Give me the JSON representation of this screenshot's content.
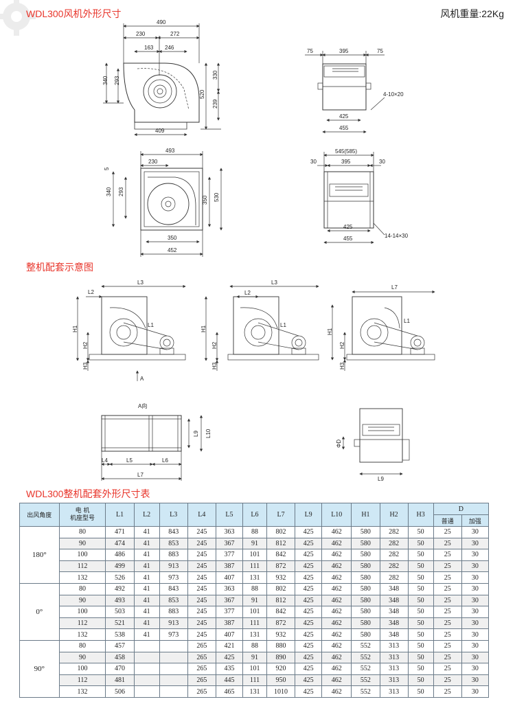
{
  "header": {
    "title1": "WDL300风机外形尺寸",
    "weight": "风机重量:22Kg",
    "title2": "整机配套示意图",
    "title3": "WDL300整机配套外形尺寸表"
  },
  "dims": {
    "front1": {
      "d490": "490",
      "d230": "230",
      "d272": "272",
      "d163": "163",
      "d246": "246",
      "d340": "340",
      "d293": "293",
      "d520": "520",
      "d330": "330",
      "d239": "239",
      "d409": "409"
    },
    "side1": {
      "d75a": "75",
      "d395": "395",
      "d75b": "75",
      "hole": "4-10×20",
      "d425": "425",
      "d455": "455"
    },
    "front2": {
      "d493": "493",
      "d230": "230",
      "d5": "5",
      "d340": "340",
      "d293": "293",
      "d350v": "350",
      "d530": "530",
      "d350h": "350",
      "d452": "452"
    },
    "side2": {
      "d545": "545(585)",
      "d30a": "30",
      "d395": "395",
      "d30b": "30",
      "d425": "425",
      "d455": "455",
      "hole": "14-14×30"
    },
    "assembly": {
      "L3": "L3",
      "L2": "L2",
      "L1": "L1",
      "L7": "L7",
      "H1": "H1",
      "H2": "H2",
      "H3": "H3",
      "A": "A",
      "Aview": "A向",
      "L9": "L9",
      "L10": "L10",
      "L4": "L4",
      "L5": "L5",
      "L6": "L6",
      "D": "ΦD"
    }
  },
  "table": {
    "headers": {
      "angle": "出风角度",
      "motor": "电  机\n机座型号",
      "L1": "L1",
      "L2": "L2",
      "L3": "L3",
      "L4": "L4",
      "L5": "L5",
      "L6": "L6",
      "L7": "L7",
      "L9": "L9",
      "L10": "L10",
      "H1": "H1",
      "H2": "H2",
      "H3": "H3",
      "D": "D",
      "D_normal": "普通",
      "D_strong": "加强"
    },
    "groups": [
      {
        "angle": "180°",
        "rows": [
          [
            "80",
            "471",
            "41",
            "843",
            "245",
            "363",
            "88",
            "802",
            "425",
            "462",
            "580",
            "282",
            "50",
            "25",
            "30"
          ],
          [
            "90",
            "474",
            "41",
            "853",
            "245",
            "367",
            "91",
            "812",
            "425",
            "462",
            "580",
            "282",
            "50",
            "25",
            "30"
          ],
          [
            "100",
            "486",
            "41",
            "883",
            "245",
            "377",
            "101",
            "842",
            "425",
            "462",
            "580",
            "282",
            "50",
            "25",
            "30"
          ],
          [
            "112",
            "499",
            "41",
            "913",
            "245",
            "387",
            "111",
            "872",
            "425",
            "462",
            "580",
            "282",
            "50",
            "25",
            "30"
          ],
          [
            "132",
            "526",
            "41",
            "973",
            "245",
            "407",
            "131",
            "932",
            "425",
            "462",
            "580",
            "282",
            "50",
            "25",
            "30"
          ]
        ]
      },
      {
        "angle": "0°",
        "rows": [
          [
            "80",
            "492",
            "41",
            "843",
            "245",
            "363",
            "88",
            "802",
            "425",
            "462",
            "580",
            "348",
            "50",
            "25",
            "30"
          ],
          [
            "90",
            "493",
            "41",
            "853",
            "245",
            "367",
            "91",
            "812",
            "425",
            "462",
            "580",
            "348",
            "50",
            "25",
            "30"
          ],
          [
            "100",
            "503",
            "41",
            "883",
            "245",
            "377",
            "101",
            "842",
            "425",
            "462",
            "580",
            "348",
            "50",
            "25",
            "30"
          ],
          [
            "112",
            "521",
            "41",
            "913",
            "245",
            "387",
            "111",
            "872",
            "425",
            "462",
            "580",
            "348",
            "50",
            "25",
            "30"
          ],
          [
            "132",
            "538",
            "41",
            "973",
            "245",
            "407",
            "131",
            "932",
            "425",
            "462",
            "580",
            "348",
            "50",
            "25",
            "30"
          ]
        ]
      },
      {
        "angle": "90°",
        "rows": [
          [
            "80",
            "457",
            "",
            "",
            "265",
            "421",
            "88",
            "880",
            "425",
            "462",
            "552",
            "313",
            "50",
            "25",
            "30"
          ],
          [
            "90",
            "458",
            "",
            "",
            "265",
            "425",
            "91",
            "890",
            "425",
            "462",
            "552",
            "313",
            "50",
            "25",
            "30"
          ],
          [
            "100",
            "470",
            "",
            "",
            "265",
            "435",
            "101",
            "920",
            "425",
            "462",
            "552",
            "313",
            "50",
            "25",
            "30"
          ],
          [
            "112",
            "481",
            "",
            "",
            "265",
            "445",
            "111",
            "950",
            "425",
            "462",
            "552",
            "313",
            "50",
            "25",
            "30"
          ],
          [
            "132",
            "506",
            "",
            "",
            "265",
            "465",
            "131",
            "1010",
            "425",
            "462",
            "552",
            "313",
            "50",
            "25",
            "30"
          ]
        ]
      }
    ]
  }
}
